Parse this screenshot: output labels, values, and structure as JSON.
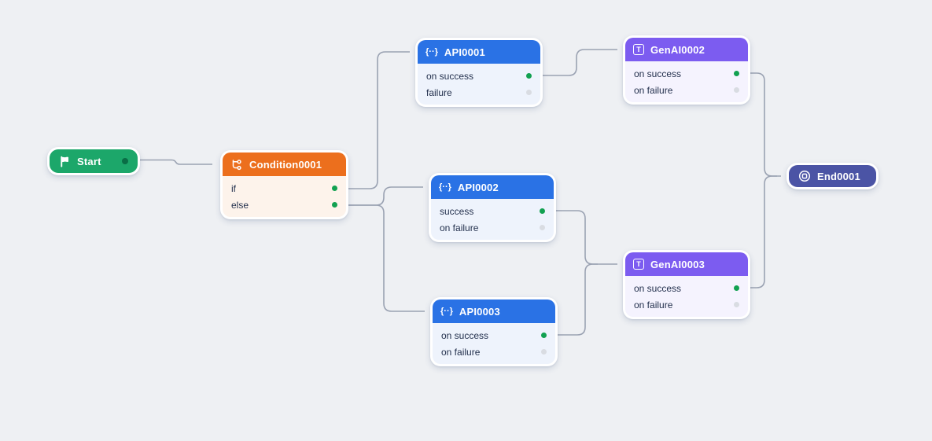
{
  "canvas": {
    "background": "#eef0f3",
    "edge_color": "#9aa2b2",
    "arrow_color": "#8b93a6"
  },
  "colors": {
    "port_active": "#12a151",
    "port_inactive": "#d9dce2",
    "start_port": "#0a6e46",
    "row_text": "#23304d"
  },
  "nodes": [
    {
      "id": "start",
      "type": "pill",
      "title": "Start",
      "icon": "flag-icon",
      "header_color": "#1ca76a",
      "has_port": true
    },
    {
      "id": "condition0001",
      "type": "card",
      "title": "Condition0001",
      "icon": "branch-icon",
      "header_color": "#ec6f1d",
      "body_color": "#fdf3eb",
      "rows": [
        {
          "label": "if",
          "port": "active"
        },
        {
          "label": "else",
          "port": "active"
        }
      ]
    },
    {
      "id": "api0001",
      "type": "card",
      "title": "API0001",
      "icon": "braces-icon",
      "header_color": "#2a72e5",
      "body_color": "#eef3fc",
      "rows": [
        {
          "label": "on success",
          "port": "active"
        },
        {
          "label": "failure",
          "port": "inactive"
        }
      ]
    },
    {
      "id": "api0002",
      "type": "card",
      "title": "API0002",
      "icon": "braces-icon",
      "header_color": "#2a72e5",
      "body_color": "#eef3fc",
      "rows": [
        {
          "label": "success",
          "port": "active"
        },
        {
          "label": "on failure",
          "port": "inactive"
        }
      ]
    },
    {
      "id": "api0003",
      "type": "card",
      "title": "API0003",
      "icon": "braces-icon",
      "header_color": "#2a72e5",
      "body_color": "#eef3fc",
      "rows": [
        {
          "label": "on success",
          "port": "active"
        },
        {
          "label": "on failure",
          "port": "inactive"
        }
      ]
    },
    {
      "id": "genai0002",
      "type": "card",
      "title": "GenAI0002",
      "icon": "text-icon",
      "header_color": "#7c5cf0",
      "body_color": "#f5f3fe",
      "rows": [
        {
          "label": "on success",
          "port": "active"
        },
        {
          "label": "on failure",
          "port": "inactive"
        }
      ]
    },
    {
      "id": "genai0003",
      "type": "card",
      "title": "GenAI0003",
      "icon": "text-icon",
      "header_color": "#7c5cf0",
      "body_color": "#f5f3fe",
      "rows": [
        {
          "label": "on success",
          "port": "active"
        },
        {
          "label": "on failure",
          "port": "inactive"
        }
      ]
    },
    {
      "id": "end0001",
      "type": "pill",
      "title": "End0001",
      "icon": "stop-icon",
      "header_color": "#4b54a5",
      "has_port": false
    }
  ],
  "edges": [
    {
      "from": "start",
      "to": "condition0001"
    },
    {
      "from": "condition0001.if",
      "to": "api0001"
    },
    {
      "from": "condition0001.else",
      "to": "api0002"
    },
    {
      "from": "condition0001.else",
      "to": "api0003"
    },
    {
      "from": "api0001.on-success",
      "to": "genai0002"
    },
    {
      "from": "api0002.success",
      "to": "genai0003"
    },
    {
      "from": "api0003.on-success",
      "to": "genai0003"
    },
    {
      "from": "genai0002.on-success",
      "to": "end0001"
    },
    {
      "from": "genai0003.on-success",
      "to": "end0001"
    }
  ]
}
